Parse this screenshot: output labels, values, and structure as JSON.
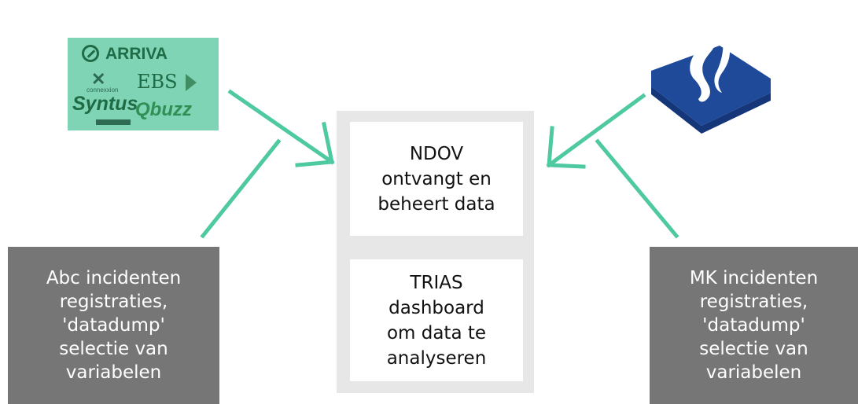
{
  "logos": {
    "arriva": "ARRIVA",
    "connexxion": "connexxion",
    "ebs": "EBS",
    "syntus": "Syntus",
    "qbuzz": "Qbuzz"
  },
  "center": {
    "top_label": "NDOV\nontvangt en\nbeheert data",
    "bottom_label": "TRIAS\ndashboard\nom data te\nanalyseren"
  },
  "left_box": {
    "label": "Abc incidenten\nregistraties,\n'datadump'\nselectie van\nvariabelen"
  },
  "right_box": {
    "label": "MK incidenten\nregistraties,\n'datadump'\nselectie van\nvariabelen"
  },
  "colors": {
    "arrow": "#4ec9a1",
    "logo_panel": "#7fd4b5",
    "center_panel": "#e7e7e7",
    "side_box": "#767676",
    "police_blue": "#1f4a9a"
  }
}
